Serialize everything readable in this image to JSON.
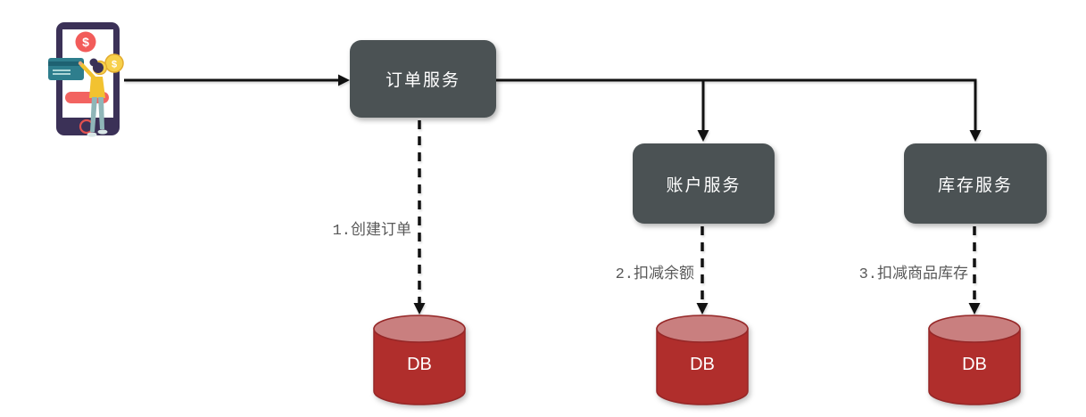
{
  "illustration": {
    "name": "user-making-mobile-payment",
    "dollar_sign": "$"
  },
  "diagram": {
    "services": [
      {
        "id": "order",
        "label": "订单服务"
      },
      {
        "id": "account",
        "label": "账户服务"
      },
      {
        "id": "inventory",
        "label": "库存服务"
      }
    ],
    "databases": [
      {
        "label": "DB"
      },
      {
        "label": "DB"
      },
      {
        "label": "DB"
      }
    ],
    "steps": [
      {
        "label": "1.创建订单"
      },
      {
        "label": "2.扣减余额"
      },
      {
        "label": "3.扣减商品库存"
      }
    ],
    "colors": {
      "service_box": "#4b5254",
      "service_text": "#ffffff",
      "db_body": "#b02e2c",
      "db_top": "#c97f7f",
      "db_border": "#962727",
      "arrow": "#111111",
      "step_text": "#595959",
      "phone_body": "#3b3157",
      "accent_red": "#f25c5a",
      "card_teal": "#2e7e8d",
      "coin_yellow": "#f7d04b",
      "person_shirt": "#f2c230",
      "person_pants": "#8fb6b8"
    }
  }
}
